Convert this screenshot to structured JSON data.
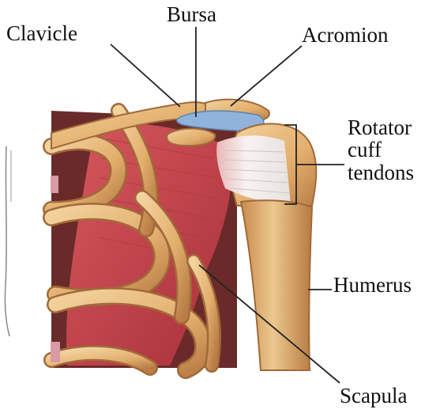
{
  "labels": {
    "clavicle": "Clavicle",
    "bursa": "Bursa",
    "acromion": "Acromion",
    "rotator_cuff_line1": "Rotator",
    "rotator_cuff_line2": "cuff",
    "rotator_cuff_line3": "tendons",
    "humerus": "Humerus",
    "scapula": "Scapula"
  },
  "colors": {
    "bone": "#e6b97a",
    "bone_shadow": "#b8814a",
    "muscle": "#c8434a",
    "muscle_dark": "#8e2630",
    "bursa": "#8fb3da",
    "tendon": "#f1ecea",
    "leader_line": "#222222"
  }
}
